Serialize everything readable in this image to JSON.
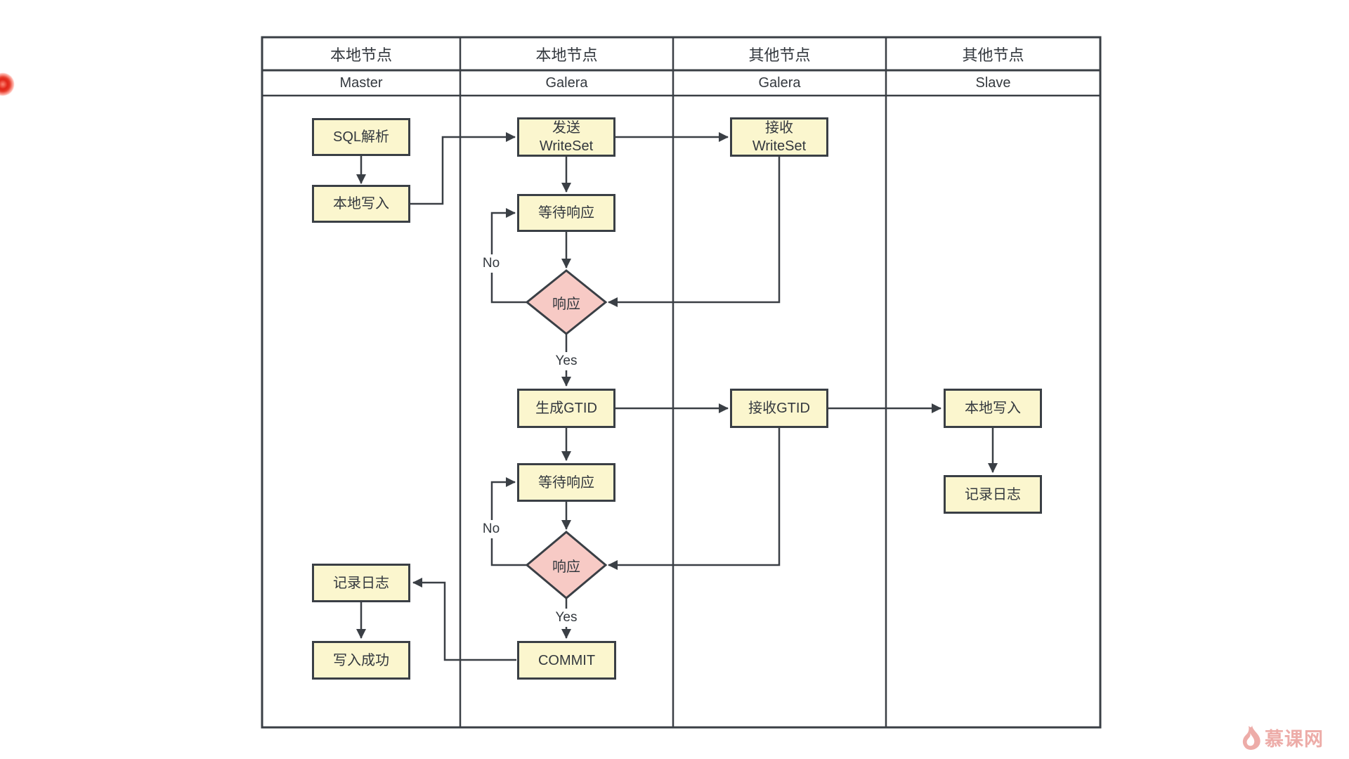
{
  "colors": {
    "node_fill": "#fbf6ce",
    "node_border": "#3a3f45",
    "decision_fill": "#f7cac5",
    "connector_line": "#3a3f45",
    "text": "#33383e",
    "watermark": "#edaca8",
    "pointer_dot": "#e02317"
  },
  "lanes": [
    {
      "group": "本地节点",
      "role": "Master"
    },
    {
      "group": "本地节点",
      "role": "Galera"
    },
    {
      "group": "其他节点",
      "role": "Galera"
    },
    {
      "group": "其他节点",
      "role": "Slave"
    }
  ],
  "nodes": {
    "sql_parse": "SQL解析",
    "local_write_master": "本地写入",
    "log_master": "记录日志",
    "write_success": "写入成功",
    "send_writeset": "发送\nWriteSet",
    "wait_response_1": "等待响应",
    "decision_response_1": "响应",
    "gen_gtid": "生成GTID",
    "wait_response_2": "等待响应",
    "decision_response_2": "响应",
    "commit": "COMMIT",
    "recv_writeset": "接收\nWriteSet",
    "recv_gtid": "接收GTID",
    "local_write_slave": "本地写入",
    "log_slave": "记录日志"
  },
  "edge_labels": {
    "no_1": "No",
    "yes_1": "Yes",
    "no_2": "No",
    "yes_2": "Yes"
  },
  "watermark": {
    "text": "慕课网"
  }
}
